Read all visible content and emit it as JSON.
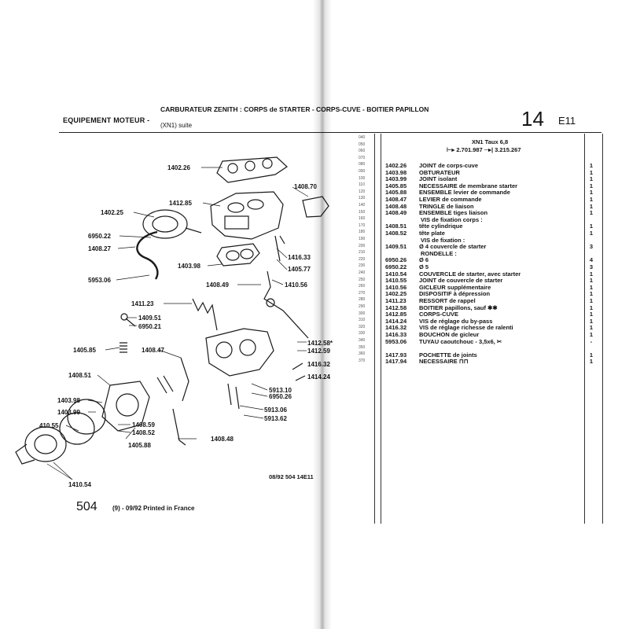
{
  "header": {
    "section": "EQUIPEMENT MOTEUR -",
    "title": "CARBURATEUR ZENITH : CORPS de STARTER - CORPS-CUVE - BOITIER PAPILLON",
    "subtitle": "(XN1) suite",
    "page_number": "14",
    "page_section": "E11"
  },
  "table_header": {
    "model": "XN1 Taux 6,8",
    "range_from": "2.701.987",
    "range_to": "3.215.267"
  },
  "row_indices": [
    "040",
    "050",
    "060",
    "070",
    "080",
    "090",
    "100",
    "110",
    "120",
    "130",
    "140",
    "150",
    "160",
    "170",
    "180",
    "190",
    "200",
    "210",
    "220",
    "230",
    "240",
    "250",
    "260",
    "270",
    "280",
    "290",
    "300",
    "310",
    "320",
    "330",
    "340",
    "350",
    "360",
    "370"
  ],
  "parts": [
    {
      "ref": "1402.26",
      "desc": "JOINT de corps-cuve",
      "qty": "1"
    },
    {
      "ref": "1403.98",
      "desc": "OBTURATEUR",
      "qty": "1"
    },
    {
      "ref": "1403.99",
      "desc": "JOINT isolant",
      "qty": "1"
    },
    {
      "ref": "1405.85",
      "desc": "NECESSAIRE de membrane starter",
      "qty": "1"
    },
    {
      "ref": "1405.88",
      "desc": "ENSEMBLE levier de commande",
      "qty": "1"
    },
    {
      "ref": "1408.47",
      "desc": "LEVIER de commande",
      "qty": "1"
    },
    {
      "ref": "1408.48",
      "desc": "TRINGLE de liaison",
      "qty": "1"
    },
    {
      "ref": "1408.49",
      "desc": "ENSEMBLE tiges liaison",
      "qty": "1"
    },
    {
      "ref": "",
      "desc": "VIS de fixation corps :",
      "qty": ""
    },
    {
      "ref": "1408.51",
      "desc": "tête cylindrique",
      "qty": "1"
    },
    {
      "ref": "1408.52",
      "desc": "tête plate",
      "qty": "1"
    },
    {
      "ref": "",
      "desc": "VIS de fixation :",
      "qty": ""
    },
    {
      "ref": "1409.51",
      "desc": "Ø 4 couvercle de starter",
      "qty": "3"
    },
    {
      "ref": "",
      "desc": "RONDELLE :",
      "qty": ""
    },
    {
      "ref": "6950.26",
      "desc": "Ø 6",
      "qty": "4"
    },
    {
      "ref": "6950.22",
      "desc": "Ø 5",
      "qty": "3"
    },
    {
      "ref": "1410.54",
      "desc": "COUVERCLE de starter, avec starter",
      "qty": "1"
    },
    {
      "ref": "1410.55",
      "desc": "JOINT de couvercle de starter",
      "qty": "1"
    },
    {
      "ref": "1410.56",
      "desc": "GICLEUR supplémentaire",
      "qty": "1"
    },
    {
      "ref": "1402.25",
      "desc": "DISPOSITIF à dépression",
      "qty": "1"
    },
    {
      "ref": "1411.23",
      "desc": "RESSORT de rappel",
      "qty": "1"
    },
    {
      "ref": "1412.58",
      "desc": "BOITIER papillons, sauf ✱✱",
      "qty": "1"
    },
    {
      "ref": "1412.85",
      "desc": "CORPS-CUVE",
      "qty": "1"
    },
    {
      "ref": "1414.24",
      "desc": "VIS de réglage du by-pass",
      "qty": "1"
    },
    {
      "ref": "1416.32",
      "desc": "VIS de réglage richesse de ralenti",
      "qty": "1"
    },
    {
      "ref": "1416.33",
      "desc": "BOUCHON de gicleur",
      "qty": "1"
    },
    {
      "ref": "5953.06",
      "desc": "TUYAU caoutchouc - 3,5x6, ✂",
      "qty": "-"
    },
    {
      "ref": "",
      "desc": "",
      "qty": ""
    },
    {
      "ref": "1417.93",
      "desc": "POCHETTE de joints",
      "qty": "1"
    },
    {
      "ref": "1417.94",
      "desc": "NECESSAIRE ⊓⊓",
      "qty": "1"
    }
  ],
  "diagram_labels": [
    "1402.26",
    "1412.85",
    "1408.70",
    "1402.25",
    "6950.22",
    "1408.27",
    "1403.98",
    "1416.33",
    "1405.77",
    "1408.49",
    "1410.56",
    "5953.06",
    "1411.23",
    "1409.51",
    "6950.21",
    "1405.85",
    "1408.47",
    "1412.58*",
    "1412.59",
    "1416.32",
    "1414.24",
    "1408.51",
    "5913.10",
    "6950.26",
    "1403.98",
    "1403.99",
    "410.55",
    "1408.59",
    "1408.52",
    "5913.06",
    "5913.62",
    "1405.88",
    "1408.48",
    "1410.54"
  ],
  "footer": {
    "code": "08/92  504  14E11",
    "catalog_number": "504",
    "catalog_suffix": "(9) - 09/92 Printed in France"
  }
}
